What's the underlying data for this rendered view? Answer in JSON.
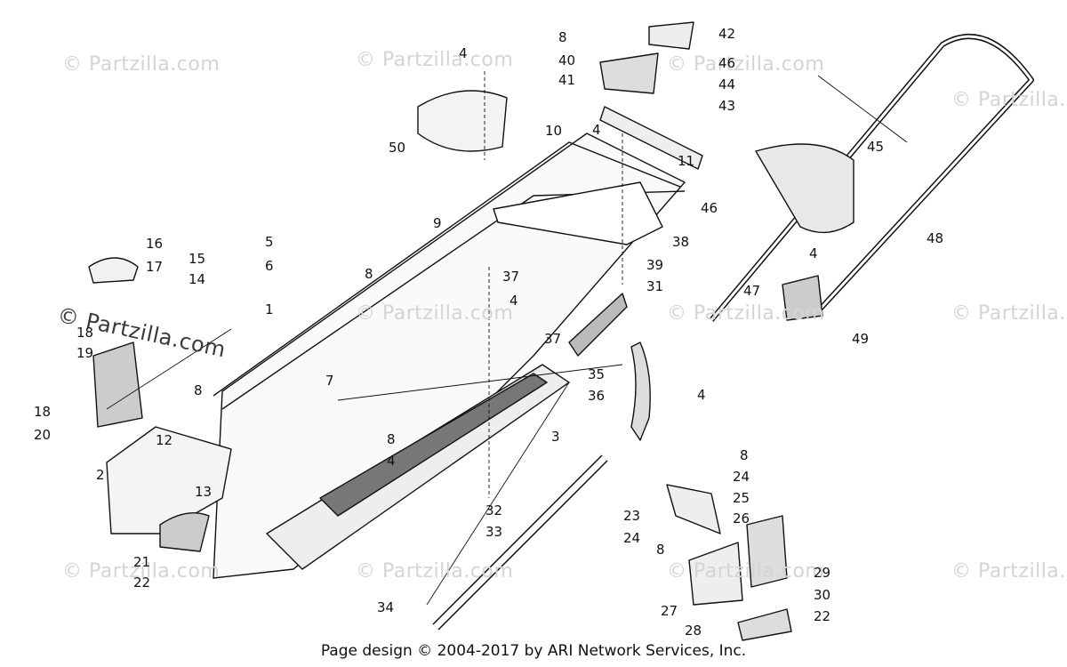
{
  "watermark": "© Partzilla.com",
  "footer": "Page design © 2004-2017 by ARI Network Services, Inc.",
  "callouts": [
    "1",
    "2",
    "3",
    "4",
    "5",
    "6",
    "7",
    "8",
    "9",
    "10",
    "11",
    "12",
    "13",
    "14",
    "15",
    "16",
    "17",
    "18",
    "19",
    "20",
    "21",
    "22",
    "23",
    "24",
    "25",
    "26",
    "27",
    "28",
    "29",
    "30",
    "31",
    "32",
    "33",
    "34",
    "35",
    "36",
    "37",
    "38",
    "39",
    "40",
    "41",
    "42",
    "43",
    "44",
    "45",
    "46",
    "47",
    "48",
    "49",
    "50"
  ]
}
